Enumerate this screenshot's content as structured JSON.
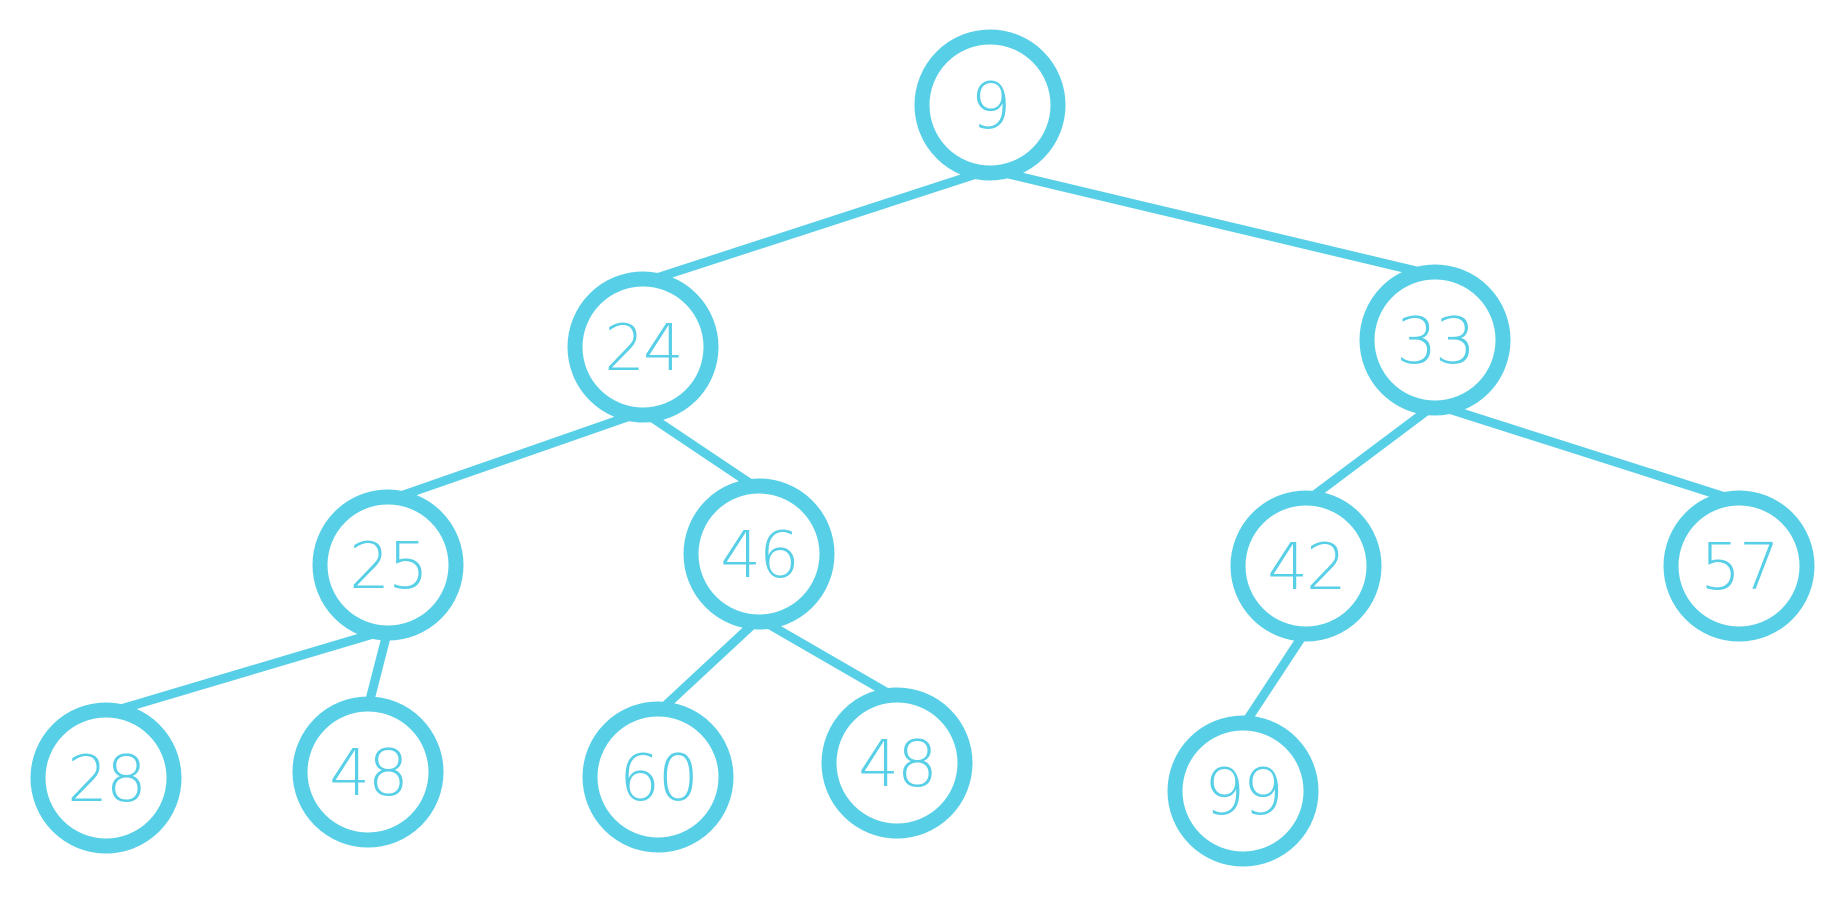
{
  "colors": {
    "accent": "#57CFE6"
  },
  "tree": {
    "nodes": [
      {
        "id": "n9a",
        "value": "9"
      },
      {
        "id": "n24",
        "value": "24"
      },
      {
        "id": "n33",
        "value": "33"
      },
      {
        "id": "n25",
        "value": "25"
      },
      {
        "id": "n46",
        "value": "46"
      },
      {
        "id": "n42",
        "value": "42"
      },
      {
        "id": "n57",
        "value": "57"
      },
      {
        "id": "n28",
        "value": "28"
      },
      {
        "id": "n48a",
        "value": "48"
      },
      {
        "id": "n60",
        "value": "60"
      },
      {
        "id": "n48b",
        "value": "48"
      },
      {
        "id": "n99",
        "value": "99"
      }
    ],
    "edges": [
      [
        "n9a",
        "n24"
      ],
      [
        "n9a",
        "n33"
      ],
      [
        "n24",
        "n25"
      ],
      [
        "n24",
        "n46"
      ],
      [
        "n33",
        "n42"
      ],
      [
        "n33",
        "n57"
      ],
      [
        "n25",
        "n28"
      ],
      [
        "n25",
        "n48a"
      ],
      [
        "n46",
        "n60"
      ],
      [
        "n46",
        "n48b"
      ],
      [
        "n42",
        "n99"
      ]
    ]
  }
}
